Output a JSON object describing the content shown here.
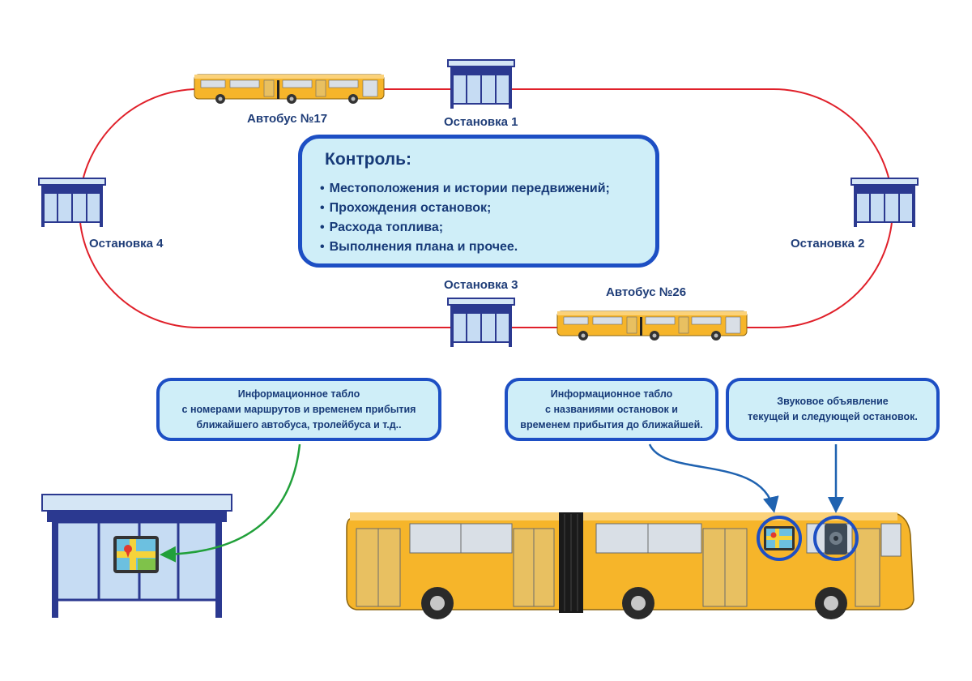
{
  "colors": {
    "route_line": "#e0202a",
    "box_border": "#1d4fc4",
    "box_fill": "#cfeef8",
    "label_text": "#1f3d78",
    "shelter_frame": "#2b3990",
    "shelter_roof": "#d5e6f5",
    "shelter_glass": "#c6dcf3",
    "bus_body": "#f6b52a",
    "arrow_green": "#21a03a",
    "arrow_blue": "#1f62b0"
  },
  "stops": {
    "stop1": "Остановка 1",
    "stop2": "Остановка 2",
    "stop3": "Остановка 3",
    "stop4": "Остановка 4"
  },
  "buses": {
    "bus17": "Автобус №17",
    "bus26": "Автобус №26"
  },
  "control": {
    "title": "Контроль:",
    "items": [
      "Местоположения и истории передвижений;",
      "Прохождения остановок;",
      "Расхода топлива;",
      "Выполнения плана и прочее."
    ]
  },
  "info_boxes": {
    "stop_board": "Информационное табло\nс номерами маршрутов и временем прибытия\nближайшего автобуса, тролейбуса и т.д..",
    "bus_board": "Информационное табло\nс названиями остановок и\nвременем прибытия до ближайшей.",
    "audio": "Звуковое объявление\nтекущей и следующей остановок."
  },
  "icons": {
    "map_display": "map-pin-display-icon",
    "speaker": "speaker-icon"
  }
}
